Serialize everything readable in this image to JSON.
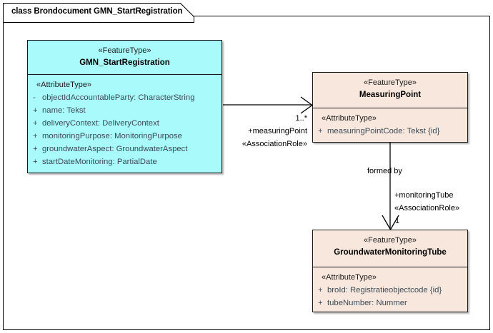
{
  "frame": {
    "label": "class Brondocument GMN_StartRegistration"
  },
  "colors": {
    "gmn_fill": "#a9fafa",
    "measuringpoint_fill": "#f8e7dc",
    "tube_fill": "#f8e7dc",
    "border": "#1a1a1a",
    "attribute_text": "#3c4a57"
  },
  "classes": {
    "gmn": {
      "stereotype": "«FeatureType»",
      "name": "GMN_StartRegistration",
      "compartment_stereotype": "«AttributeType»",
      "attributes": [
        {
          "visibility": "-",
          "text": "objectIdAccountableParty: CharacterString"
        },
        {
          "visibility": "+",
          "text": "name: Tekst"
        },
        {
          "visibility": "+",
          "text": "deliveryContext: DeliveryContext"
        },
        {
          "visibility": "+",
          "text": "monitoringPurpose: MonitoringPurpose"
        },
        {
          "visibility": "+",
          "text": "groundwaterAspect: GroundwaterAspect"
        },
        {
          "visibility": "+",
          "text": "startDateMonitoring: PartialDate"
        }
      ]
    },
    "measuringpoint": {
      "stereotype": "«FeatureType»",
      "name": "MeasuringPoint",
      "compartment_stereotype": "«AttributeType»",
      "attributes": [
        {
          "visibility": "+",
          "text": "measuringPointCode: Tekst {id}"
        }
      ]
    },
    "tube": {
      "stereotype": "«FeatureType»",
      "name": "GroundwaterMonitoringTube",
      "compartment_stereotype": "«AttributeType»",
      "attributes": [
        {
          "visibility": "+",
          "text": "broId: Registratieobjectcode {id}"
        },
        {
          "visibility": "+",
          "text": "tubeNumber: Nummer"
        }
      ]
    }
  },
  "associations": {
    "gmn_to_measuringpoint": {
      "multiplicity": "1..*",
      "role": "+measuringPoint",
      "stereotype": "«AssociationRole»"
    },
    "measuringpoint_to_tube": {
      "name": "formed by",
      "role": "+monitoringTube",
      "stereotype": "«AssociationRole»",
      "multiplicity": "1"
    }
  }
}
